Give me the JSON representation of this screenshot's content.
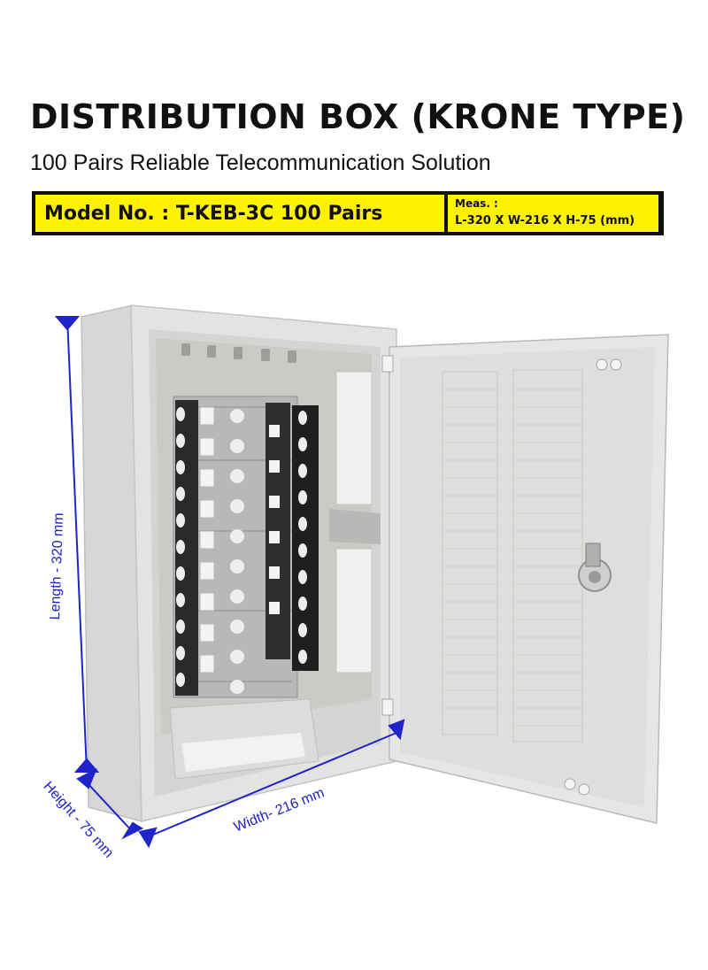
{
  "header": {
    "title": "DISTRIBUTION BOX (KRONE TYPE)",
    "subtitle": "100 Pairs Reliable Telecommunication Solution"
  },
  "model": {
    "label": "Model No. : T-KEB-3C 100 Pairs",
    "meas_label": "Meas. :",
    "meas_value": "L-320 X W-216 X H-75 (mm)"
  },
  "dimensions": {
    "length": "Length - 320 mm",
    "height": "Height - 75 mm",
    "width": "Width- 216 mm"
  },
  "colors": {
    "accent_yellow": "#fff200",
    "dimension_blue": "#1e24c8",
    "box_body": "#e2e3e1",
    "terminal_black": "#111111"
  }
}
